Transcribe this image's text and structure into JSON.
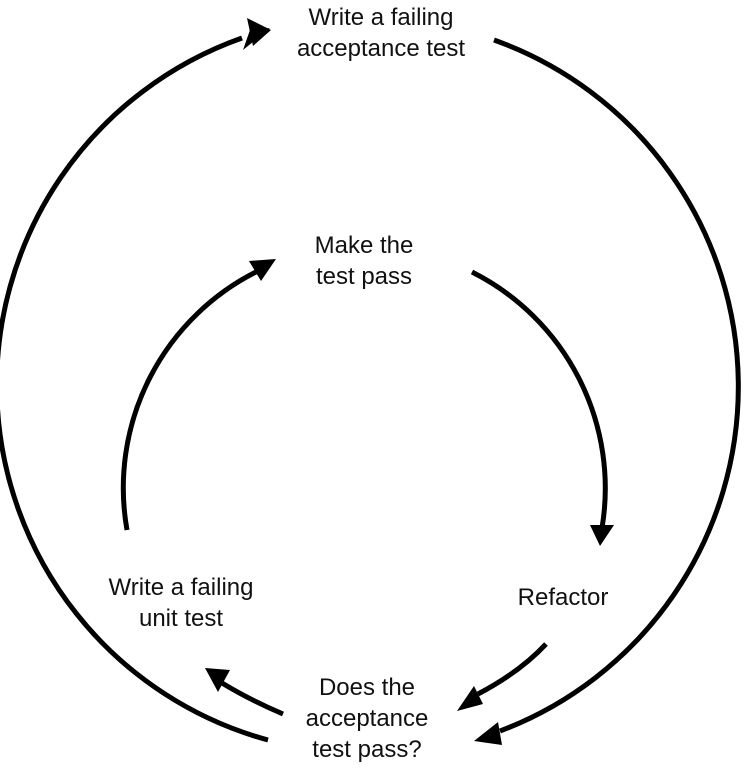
{
  "diagram": {
    "title": "Acceptance test driven development cycle",
    "stroke_color": "#000000",
    "text_color": "#111111",
    "background": "#ffffff",
    "nodes": {
      "acceptance": {
        "line1": "Write a failing",
        "line2": "acceptance test"
      },
      "make_pass": {
        "line1": "Make the",
        "line2": "test pass"
      },
      "refactor": {
        "line1": "Refactor"
      },
      "unit": {
        "line1": "Write a failing",
        "line2": "unit test"
      },
      "does_pass": {
        "line1": "Does the",
        "line2": "acceptance",
        "line3": "test pass?"
      }
    },
    "edges": [
      {
        "from": "acceptance",
        "to": "does_pass",
        "loop": "outer"
      },
      {
        "from": "does_pass",
        "to": "acceptance",
        "loop": "outer"
      },
      {
        "from": "unit",
        "to": "make_pass",
        "loop": "inner"
      },
      {
        "from": "make_pass",
        "to": "refactor",
        "loop": "inner"
      },
      {
        "from": "refactor",
        "to": "does_pass",
        "loop": "inner"
      },
      {
        "from": "does_pass",
        "to": "unit",
        "loop": "inner"
      }
    ]
  }
}
